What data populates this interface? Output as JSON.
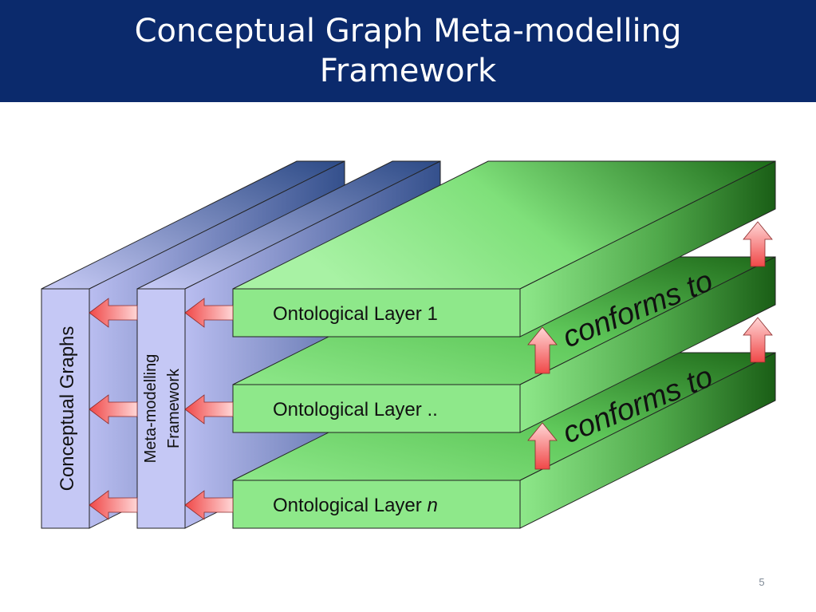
{
  "slide": {
    "title_line1": "Conceptual Graph Meta-modelling",
    "title_line2": "Framework",
    "number": "5"
  },
  "diagram": {
    "stacks": [
      {
        "label": "Conceptual Graphs"
      },
      {
        "label_line1": "Meta-modelling",
        "label_line2": "Framework"
      }
    ],
    "layers": [
      {
        "label": "Ontological Layer 1"
      },
      {
        "label": "Ontological Layer .."
      },
      {
        "label": "Ontological Layer ",
        "label_italic": "n"
      }
    ],
    "relation_label": "conforms to",
    "colors": {
      "title_bar": "#0b2a6c",
      "layer_green": "#8ee88a",
      "layer_dark_green": "#1f6a1a",
      "framework_blue": "#c5c8f5",
      "framework_dark_blue": "#2c4a86",
      "arrow_red": "#f06060"
    }
  }
}
